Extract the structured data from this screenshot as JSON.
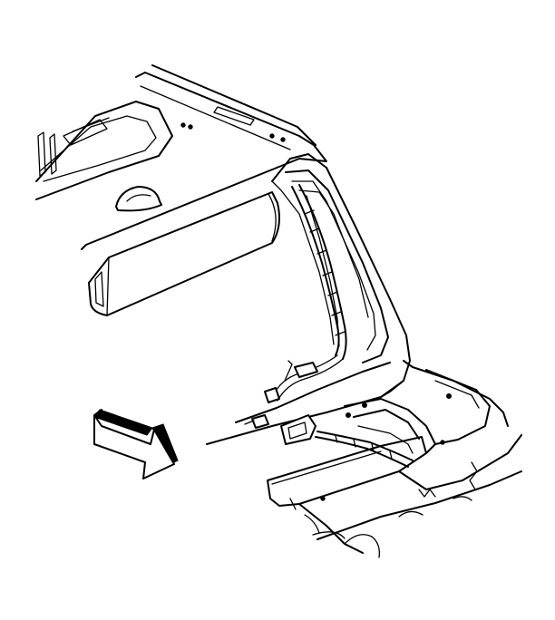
{
  "diagram": {
    "background": "#ffffff",
    "line_color": "#000000",
    "parts": [
      {
        "id": "roof-panel",
        "icon": "roof-panel-icon"
      },
      {
        "id": "headliner-garnish",
        "icon": "garnish-molding-icon"
      },
      {
        "id": "c-pillar",
        "icon": "pillar-icon"
      },
      {
        "id": "wiring-harness",
        "icon": "wiring-harness-icon"
      },
      {
        "id": "floor-crossmember",
        "icon": "crossmember-icon"
      },
      {
        "id": "view-direction-arrow",
        "icon": "view-arrow-icon"
      }
    ]
  }
}
